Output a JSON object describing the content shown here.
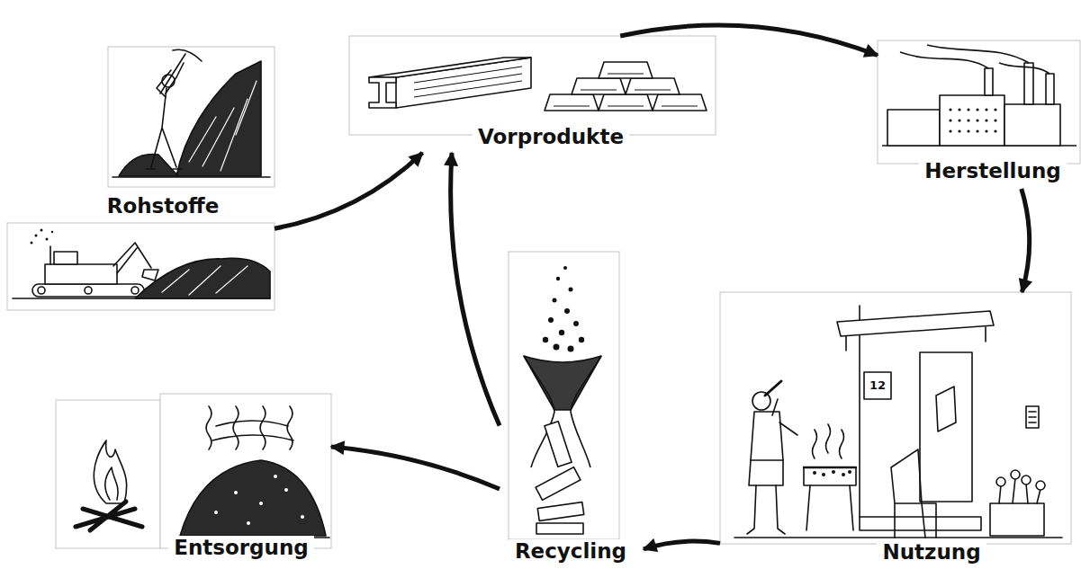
{
  "diagram": {
    "nodes": [
      {
        "text": [
          "Rohstoffe"
        ]
      },
      {
        "text": [
          "Vorprodukte"
        ]
      },
      {
        "text": [
          "Herstellung"
        ]
      },
      {
        "text": [
          "Nutzung"
        ]
      },
      {
        "text": [
          "Recycling"
        ]
      },
      {
        "text": [
          "Entsorgung"
        ]
      }
    ],
    "edges": [
      {
        "from": 0,
        "to": 1,
        "arrow": "to"
      },
      {
        "from": 1,
        "to": 2,
        "arrow": "to"
      },
      {
        "from": 2,
        "to": 3,
        "arrow": "to"
      },
      {
        "from": 3,
        "to": 4,
        "arrow": "to"
      },
      {
        "from": 4,
        "to": 1,
        "arrow": "to"
      },
      {
        "from": 4,
        "to": 5,
        "arrow": "to"
      }
    ],
    "labels": [
      "12"
    ]
  }
}
